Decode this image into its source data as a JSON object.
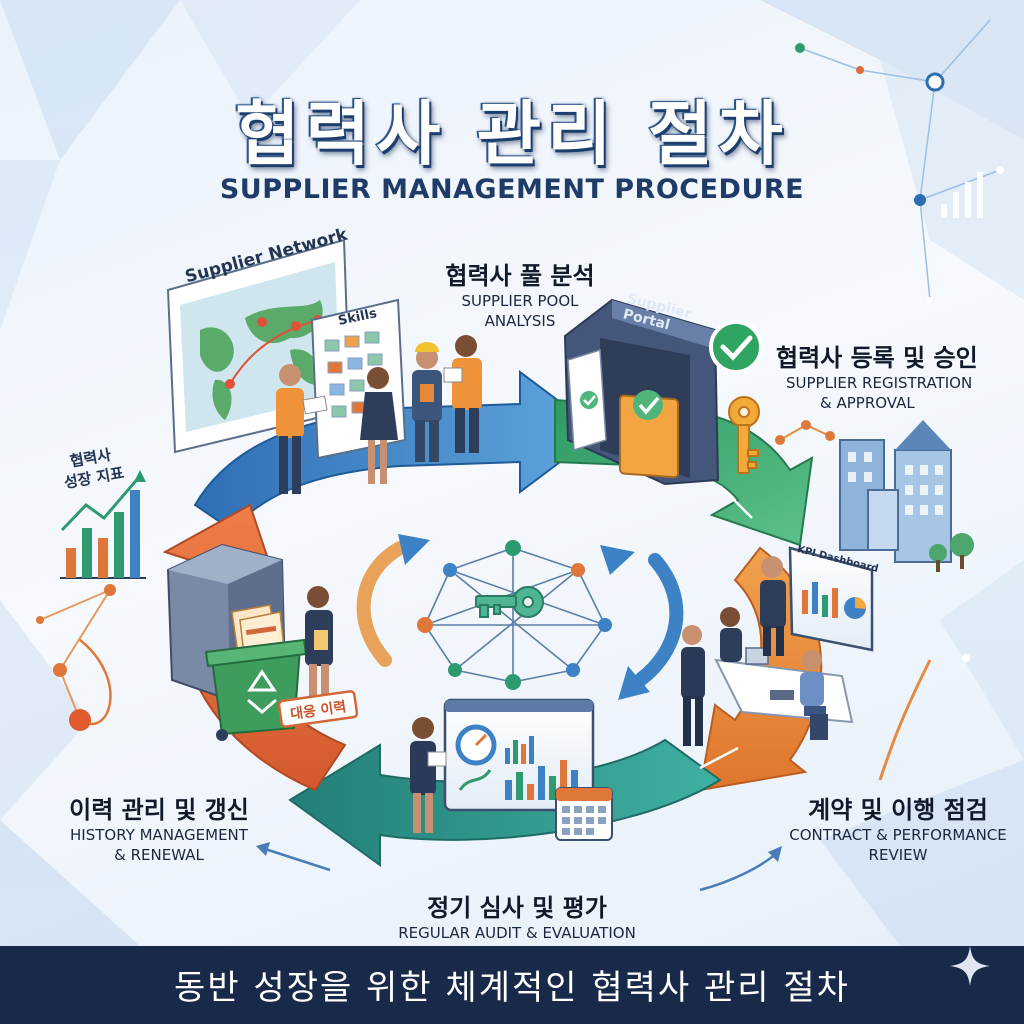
{
  "title": "협력사 관리 절차",
  "subtitle": "SUPPLIER MANAGEMENT PROCEDURE",
  "steps": [
    {
      "ko": "협력사 풀 분석",
      "en1": "SUPPLIER POOL",
      "en2": "ANALYSIS"
    },
    {
      "ko": "협력사 등록 및 승인",
      "en1": "SUPPLIER REGISTRATION",
      "en2": "& APPROVAL"
    },
    {
      "ko": "계약 및 이행 점검",
      "en1": "CONTRACT & PERFORMANCE",
      "en2": "REVIEW"
    },
    {
      "ko": "정기 심사 및 평가",
      "en1": "REGULAR AUDIT & EVALUATION",
      "en2": ""
    },
    {
      "ko": "이력 관리 및 갱신",
      "en1": "HISTORY MANAGEMENT",
      "en2": "& RENEWAL"
    }
  ],
  "illustration_labels": {
    "network_map": "Supplier Network",
    "skills_board": "Skills",
    "portal_door": "Supplier Portal",
    "kpi_screen": "KPI Dashboard",
    "growth_line1": "협력사",
    "growth_line2": "성장 지표",
    "archive_tag": "대응 이력"
  },
  "footer": "동반 성장을 위한 체계적인 협력사 관리 절차",
  "colors": {
    "step1_arrow": "#3d82c4",
    "step2_arrow": "#3fa368",
    "step3_arrow": "#e8873a",
    "step4_arrow": "#2e9a8f",
    "step5_arrow": "#e06a3b",
    "footer_bg": "#18294a"
  }
}
